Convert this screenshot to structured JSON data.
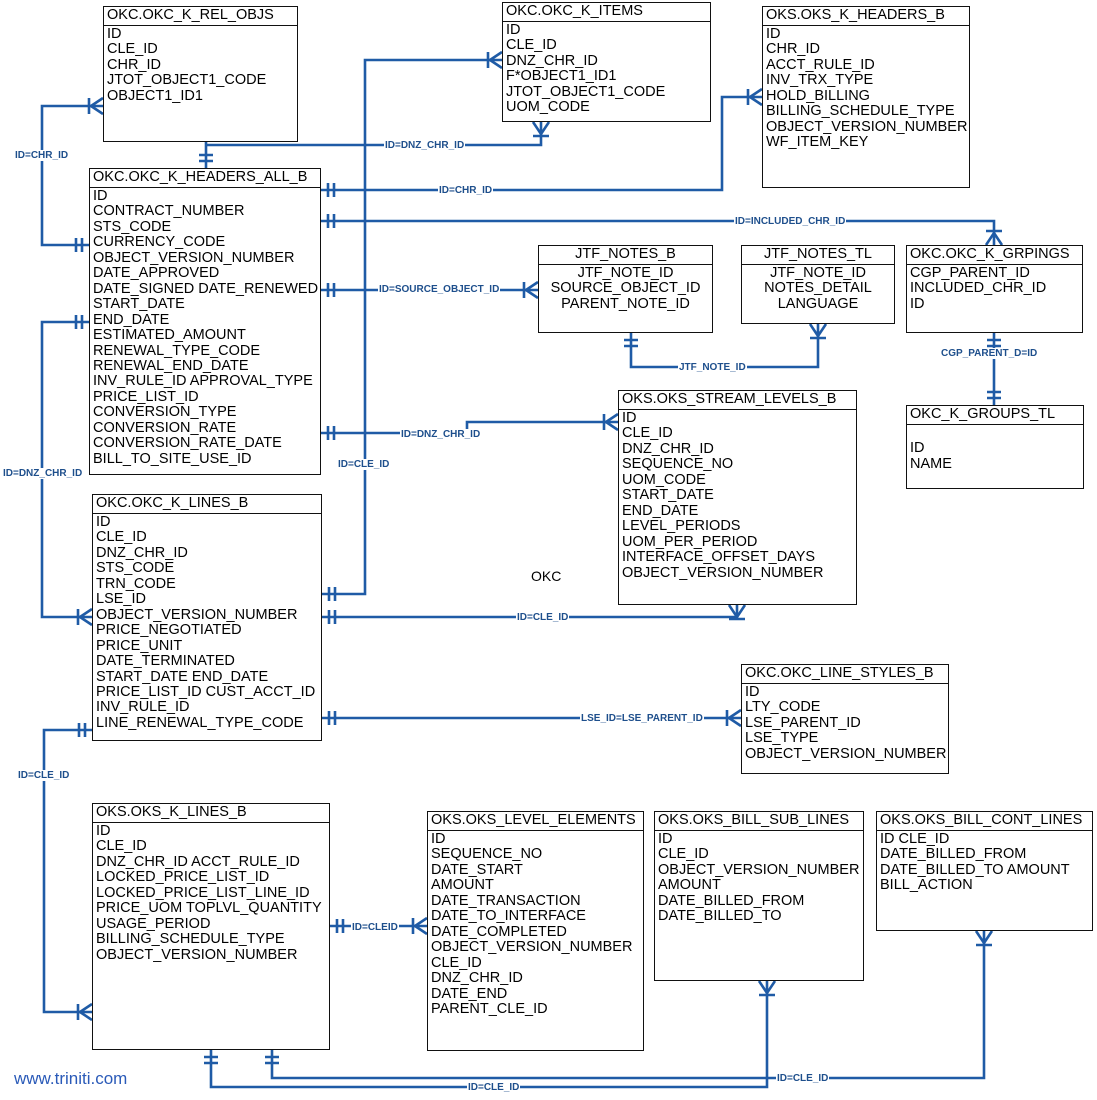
{
  "website": "www.triniti.com",
  "group_label": "OKC",
  "line_color": "#1f5ba6",
  "entities": {
    "rel_objs": {
      "title": "OKC.OKC_K_REL_OBJS",
      "fields": [
        "ID",
        "CLE_ID",
        "CHR_ID",
        "JTOT_OBJECT1_CODE",
        "OBJECT1_ID1"
      ]
    },
    "k_items": {
      "title": "OKC.OKC_K_ITEMS",
      "fields": [
        "ID",
        "CLE_ID",
        "DNZ_CHR_ID",
        "F*OBJECT1_ID1",
        "JTOT_OBJECT1_CODE",
        "UOM_CODE"
      ]
    },
    "oks_headers": {
      "title": "OKS.OKS_K_HEADERS_B",
      "fields": [
        "ID",
        "CHR_ID",
        "ACCT_RULE_ID",
        "INV_TRX_TYPE",
        "HOLD_BILLING",
        "BILLING_SCHEDULE_TYPE",
        "OBJECT_VERSION_NUMBER",
        "WF_ITEM_KEY"
      ]
    },
    "headers_all": {
      "title": "OKC.OKC_K_HEADERS_ALL_B",
      "fields": [
        "ID",
        "CONTRACT_NUMBER",
        "STS_CODE",
        "CURRENCY_CODE",
        "OBJECT_VERSION_NUMBER",
        "DATE_APPROVED",
        "DATE_SIGNED DATE_RENEWED",
        "START_DATE",
        "END_DATE",
        "ESTIMATED_AMOUNT",
        "RENEWAL_TYPE_CODE",
        "RENEWAL_END_DATE",
        "INV_RULE_ID APPROVAL_TYPE",
        "PRICE_LIST_ID",
        "CONVERSION_TYPE",
        "CONVERSION_RATE",
        "CONVERSION_RATE_DATE",
        "BILL_TO_SITE_USE_ID"
      ]
    },
    "notes_b": {
      "title": "JTF_NOTES_B",
      "fields": [
        "JTF_NOTE_ID",
        "SOURCE_OBJECT_ID",
        "PARENT_NOTE_ID"
      ]
    },
    "notes_tl": {
      "title": "JTF_NOTES_TL",
      "fields": [
        "JTF_NOTE_ID",
        "NOTES_DETAIL",
        "LANGUAGE"
      ]
    },
    "grpings": {
      "title": "OKC.OKC_K_GRPINGS",
      "fields": [
        "CGP_PARENT_ID",
        "INCLUDED_CHR_ID",
        "ID"
      ]
    },
    "groups_tl": {
      "title": "OKC_K_GROUPS_TL",
      "fields": [
        "",
        "ID",
        "NAME"
      ]
    },
    "stream_levels": {
      "title": "OKS.OKS_STREAM_LEVELS_B",
      "fields": [
        "ID",
        "CLE_ID",
        "DNZ_CHR_ID",
        "SEQUENCE_NO",
        "UOM_CODE",
        "START_DATE",
        "END_DATE",
        "LEVEL_PERIODS",
        "UOM_PER_PERIOD",
        "INTERFACE_OFFSET_DAYS",
        "OBJECT_VERSION_NUMBER"
      ]
    },
    "k_lines": {
      "title": "OKC.OKC_K_LINES_B",
      "fields": [
        "ID",
        "CLE_ID",
        "DNZ_CHR_ID",
        "STS_CODE",
        "TRN_CODE",
        "LSE_ID",
        "OBJECT_VERSION_NUMBER",
        "PRICE_NEGOTIATED",
        "PRICE_UNIT",
        "DATE_TERMINATED",
        "START_DATE END_DATE",
        "PRICE_LIST_ID CUST_ACCT_ID",
        "INV_RULE_ID",
        "LINE_RENEWAL_TYPE_CODE"
      ]
    },
    "line_styles": {
      "title": "OKC.OKC_LINE_STYLES_B",
      "fields": [
        "ID",
        "LTY_CODE",
        "LSE_PARENT_ID",
        "LSE_TYPE",
        "OBJECT_VERSION_NUMBER"
      ]
    },
    "oks_lines": {
      "title": "OKS.OKS_K_LINES_B",
      "fields": [
        "ID",
        "CLE_ID",
        "DNZ_CHR_ID ACCT_RULE_ID",
        "LOCKED_PRICE_LIST_ID",
        "LOCKED_PRICE_LIST_LINE_ID",
        "PRICE_UOM TOPLVL_QUANTITY",
        "USAGE_PERIOD",
        "BILLING_SCHEDULE_TYPE",
        "OBJECT_VERSION_NUMBER"
      ]
    },
    "level_elements": {
      "title": "OKS.OKS_LEVEL_ELEMENTS",
      "fields": [
        "ID",
        "SEQUENCE_NO",
        "DATE_START",
        "AMOUNT",
        "DATE_TRANSACTION",
        "DATE_TO_INTERFACE",
        "DATE_COMPLETED",
        "OBJECT_VERSION_NUMBER",
        "CLE_ID",
        "DNZ_CHR_ID",
        "DATE_END",
        "PARENT_CLE_ID"
      ]
    },
    "bill_sub_lines": {
      "title": "OKS.OKS_BILL_SUB_LINES",
      "fields": [
        "ID",
        "CLE_ID",
        "OBJECT_VERSION_NUMBER",
        "AMOUNT",
        "DATE_BILLED_FROM",
        "DATE_BILLED_TO"
      ]
    },
    "bill_cont_lines": {
      "title": "OKS.OKS_BILL_CONT_LINES",
      "fields": [
        "ID CLE_ID",
        "DATE_BILLED_FROM",
        "DATE_BILLED_TO AMOUNT",
        "BILL_ACTION"
      ]
    }
  },
  "relationships": [
    {
      "key": "r_chr_id_left",
      "label": "ID=CHR_ID"
    },
    {
      "key": "r_dnz_items",
      "label": "ID=DNZ_CHR_ID"
    },
    {
      "key": "r_chr_id_oks",
      "label": "ID=CHR_ID"
    },
    {
      "key": "r_included",
      "label": "ID=INCLUDED_CHR_ID"
    },
    {
      "key": "r_source",
      "label": "ID=SOURCE_OBJECT_ID"
    },
    {
      "key": "r_jtf_note",
      "label": "JTF_NOTE_ID"
    },
    {
      "key": "r_cgp",
      "label": "CGP_PARENT_D=ID"
    },
    {
      "key": "r_dnz_stream",
      "label": "ID=DNZ_CHR_ID"
    },
    {
      "key": "r_dnz_left",
      "label": "ID=DNZ_CHR_ID"
    },
    {
      "key": "r_cle_items",
      "label": "ID=CLE_ID"
    },
    {
      "key": "r_cle_stream",
      "label": "ID=CLE_ID"
    },
    {
      "key": "r_lse",
      "label": "LSE_ID=LSE_PARENT_ID"
    },
    {
      "key": "r_cle_oks_left",
      "label": "ID=CLE_ID"
    },
    {
      "key": "r_cleid",
      "label": "ID=CLEID"
    },
    {
      "key": "r_cle_bottom",
      "label": "ID=CLE_ID"
    },
    {
      "key": "r_cle_bottom2",
      "label": "ID=CLE_ID"
    }
  ]
}
